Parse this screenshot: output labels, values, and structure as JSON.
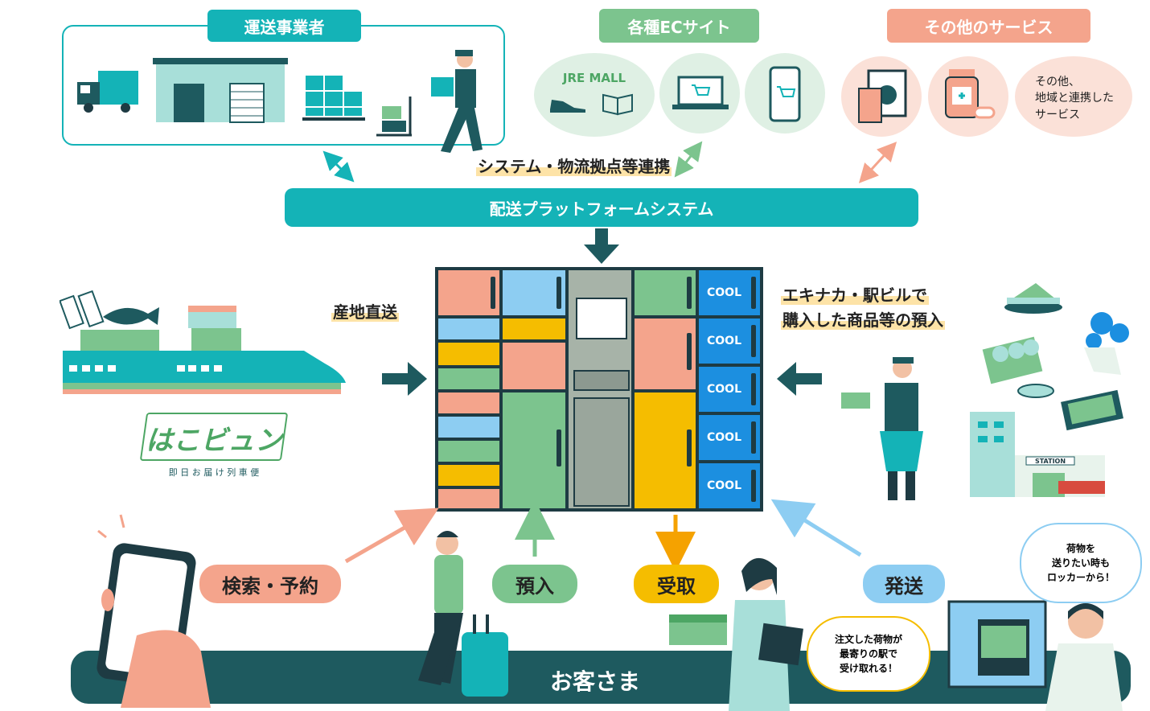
{
  "top": {
    "carrier_label": "運送事業者",
    "ec_label": "各種ECサイト",
    "other_label": "その他のサービス",
    "jre_mall": "JRE MALL",
    "other_desc_line1": "その他、",
    "other_desc_line2": "地域と連携した",
    "other_desc_line3": "サービス"
  },
  "system": {
    "link_label": "システム・物流拠点等連携",
    "platform_label": "配送プラットフォームシステム"
  },
  "left": {
    "direct_label": "産地直送",
    "hakobyun_logo": "はこビュン",
    "hakobyun_sub": "即 日 お 届 け 列 車 便"
  },
  "right": {
    "ekinaka_line1": "エキナカ・駅ビルで",
    "ekinaka_line2": "購入した商品等の預入",
    "station_sign": "STATION"
  },
  "locker": {
    "cool_labels": [
      "COOL",
      "COOL",
      "COOL",
      "COOL",
      "COOL"
    ]
  },
  "actions": {
    "search": "検索・予約",
    "deposit": "預入",
    "receive": "受取",
    "send": "発送"
  },
  "bubbles": {
    "receive_line1": "注文した荷物が",
    "receive_line2": "最寄りの駅で",
    "receive_line3": "受け取れる！",
    "send_line1": "荷物を",
    "send_line2": "送りたい時も",
    "send_line3": "ロッカーから！"
  },
  "customer_label": "お客さま",
  "colors": {
    "teal": "#14b3b7",
    "green": "#7cc48e",
    "salmon": "#f4a48c",
    "yellow": "#f5bd00",
    "cool_blue": "#1c8fe0",
    "dark": "#1e5a5f"
  }
}
